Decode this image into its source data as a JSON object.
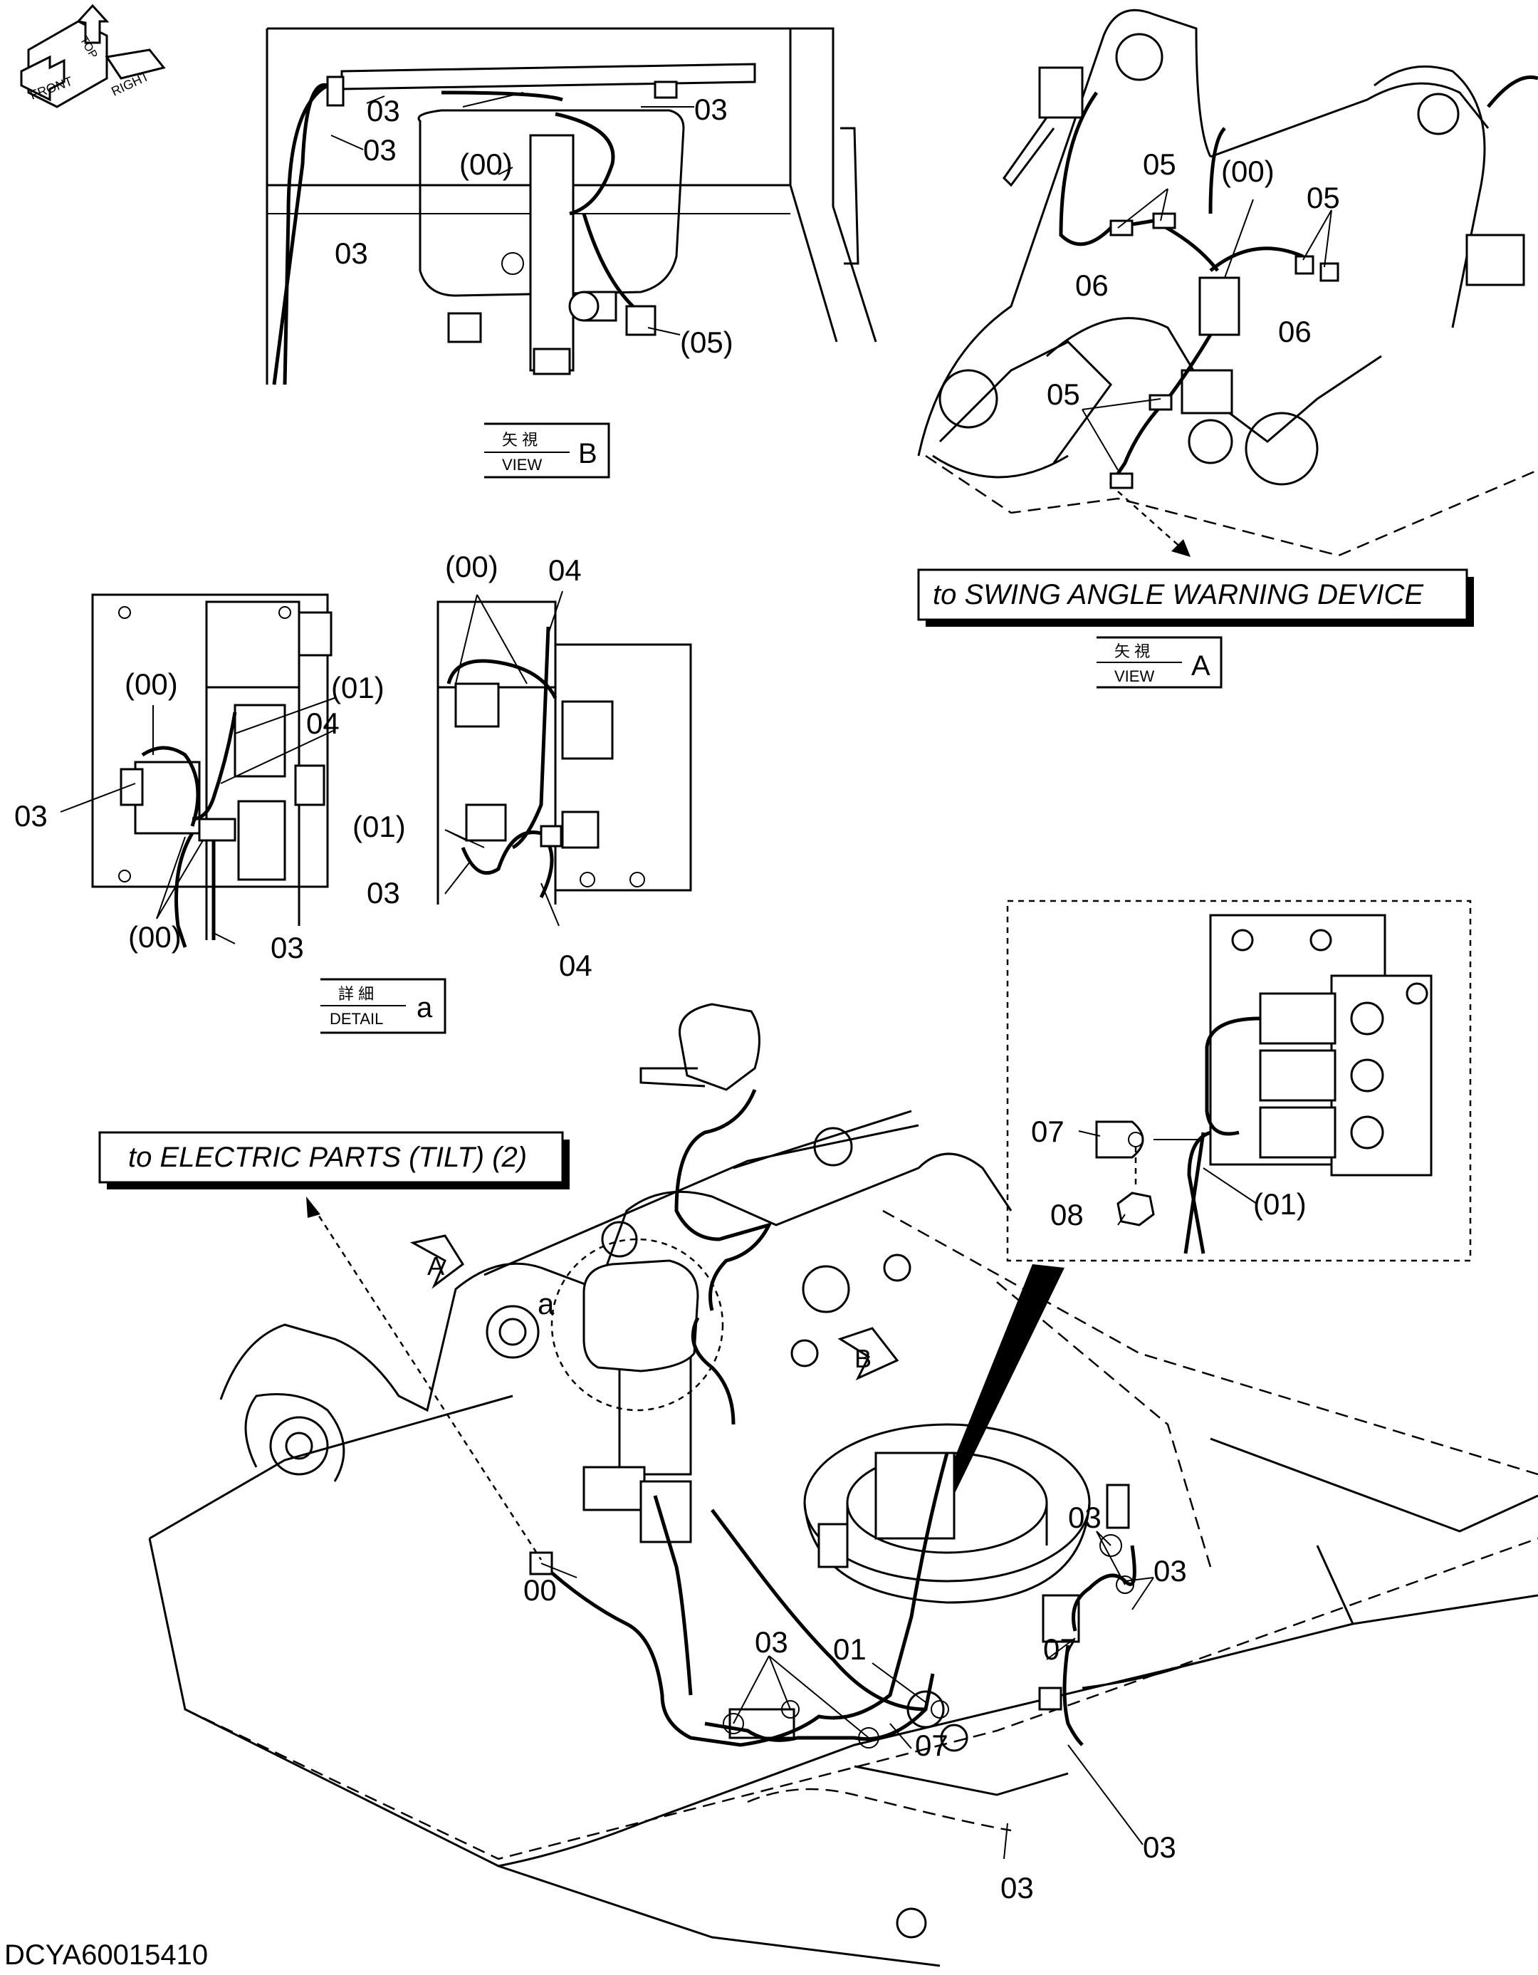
{
  "orientation_compass": {
    "labels": [
      "FRONT",
      "TOP",
      "RIGHT"
    ],
    "icon": "orientation-compass-icon"
  },
  "callouts": {
    "view_b": [
      "03",
      "03",
      "03",
      "(00)",
      "03",
      "(05)"
    ],
    "view_a": [
      "05",
      "(00)",
      "05",
      "06",
      "06",
      "05"
    ],
    "detail_a_left": [
      "(00)",
      "(01)",
      "04",
      "03",
      "(00)",
      "03"
    ],
    "detail_a_right": [
      "(00)",
      "04",
      "(01)",
      "03",
      "04"
    ],
    "inset": [
      "07",
      "08",
      "(01)"
    ],
    "main": [
      "00",
      "03",
      "01",
      "07",
      "03",
      "03",
      "07",
      "03",
      "03"
    ]
  },
  "view_labels": {
    "view_b": {
      "jp": "矢 視",
      "en": "VIEW",
      "letter": "B"
    },
    "view_a": {
      "jp": "矢 視",
      "en": "VIEW",
      "letter": "A"
    },
    "detail_a": {
      "jp": "詳 細",
      "en": "DETAIL",
      "letter": "a"
    }
  },
  "destination_labels": {
    "swing": "to SWING ANGLE WARNING DEVICE",
    "electric": "to ELECTRIC PARTS (TILT) (2)"
  },
  "view_arrows": {
    "a": "A",
    "b": "B",
    "detail": "a"
  },
  "document_id": "DCYA60015410"
}
